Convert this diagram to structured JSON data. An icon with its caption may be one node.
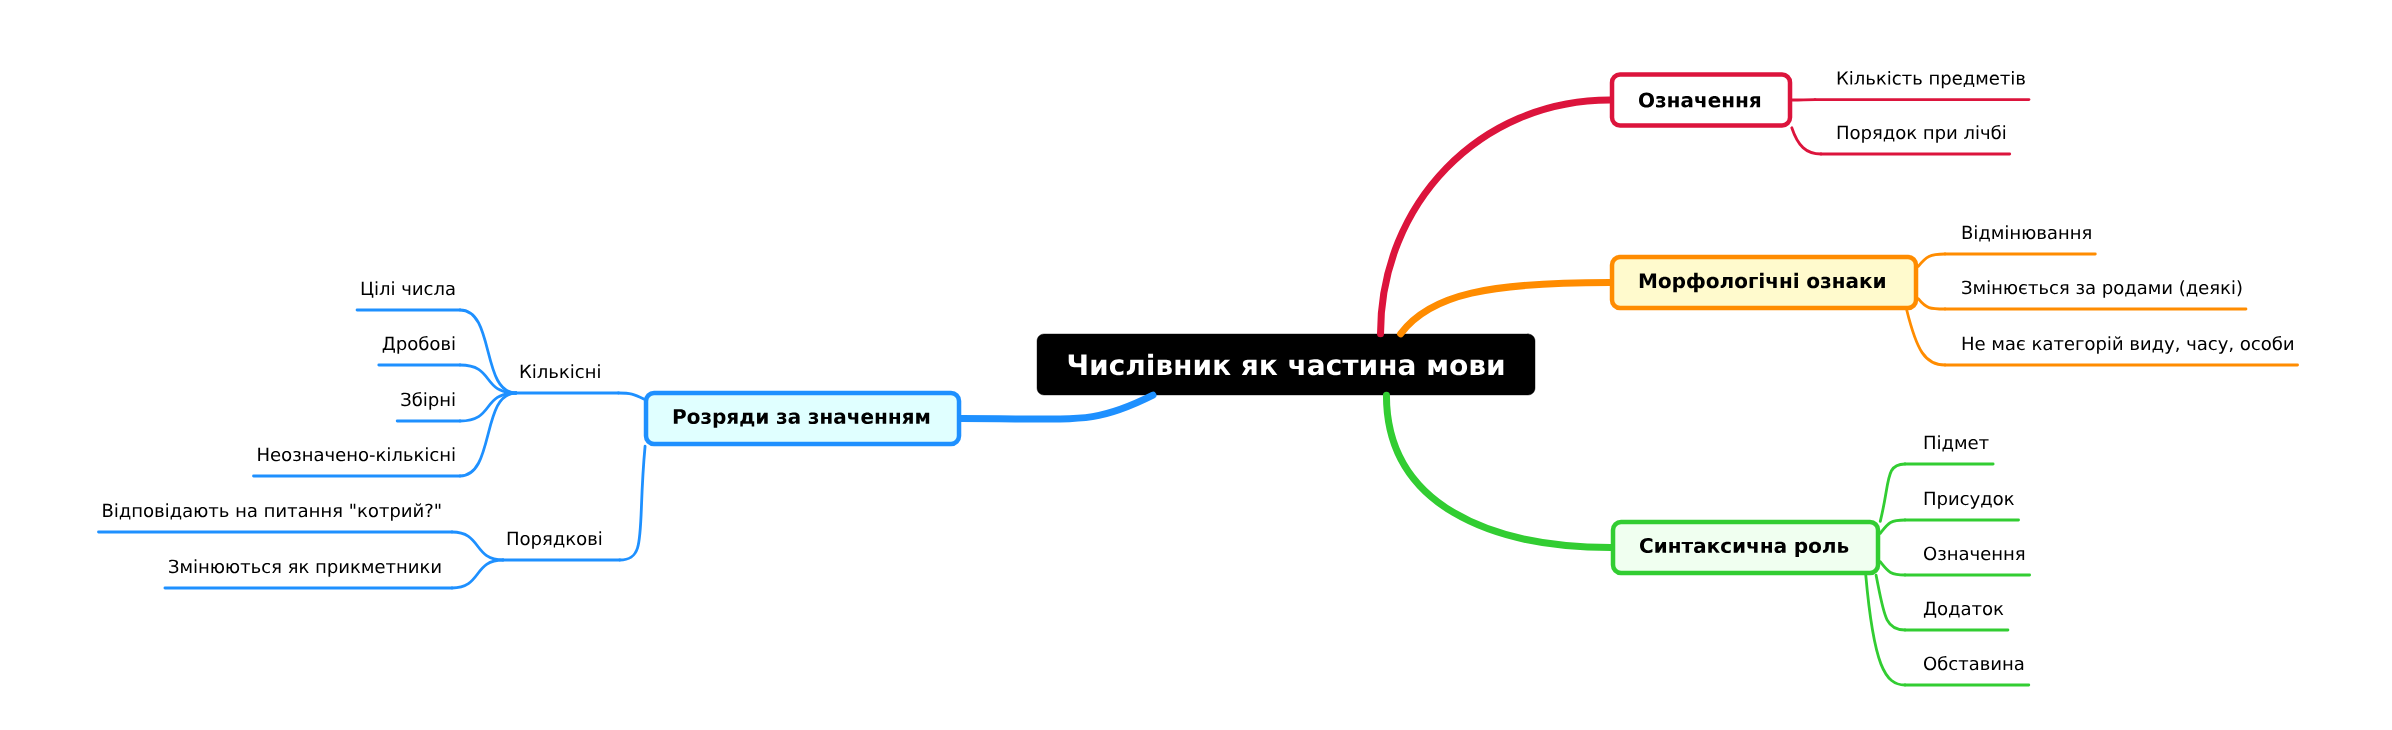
{
  "diagram": {
    "nodes": [
      {
        "text": [
          "Числівник як частина мови"
        ]
      },
      {
        "text": [
          "Розряди за значенням"
        ]
      },
      {
        "text": [
          "Кількісні"
        ]
      },
      {
        "text": [
          "Цілі числа"
        ]
      },
      {
        "text": [
          "Дробові"
        ]
      },
      {
        "text": [
          "Збірні"
        ]
      },
      {
        "text": [
          "Неозначено-кількісні"
        ]
      },
      {
        "text": [
          "Порядкові"
        ]
      },
      {
        "text": [
          "Відповідають на питання \"котрий?\""
        ]
      },
      {
        "text": [
          "Змінюються як прикметники"
        ]
      },
      {
        "text": [
          "Означення"
        ]
      },
      {
        "text": [
          "Кількість предметів"
        ]
      },
      {
        "text": [
          "Порядок при лічбі"
        ]
      },
      {
        "text": [
          "Морфологічні ознаки"
        ]
      },
      {
        "text": [
          "Відмінювання"
        ]
      },
      {
        "text": [
          "Змінюється за родами (деякі)"
        ]
      },
      {
        "text": [
          "Не має категорій виду, часу, особи"
        ]
      },
      {
        "text": [
          "Синтаксична роль"
        ]
      },
      {
        "text": [
          "Підмет"
        ]
      },
      {
        "text": [
          "Присудок"
        ]
      },
      {
        "text": [
          "Означення"
        ]
      },
      {
        "text": [
          "Додаток"
        ]
      },
      {
        "text": [
          "Обставина"
        ]
      }
    ],
    "edges": [
      {
        "from": 0,
        "to": 1,
        "arrow": "none",
        "style": "thick"
      },
      {
        "from": 1,
        "to": 2,
        "arrow": "none"
      },
      {
        "from": 2,
        "to": 3,
        "arrow": "none"
      },
      {
        "from": 2,
        "to": 4,
        "arrow": "none"
      },
      {
        "from": 2,
        "to": 5,
        "arrow": "none"
      },
      {
        "from": 2,
        "to": 6,
        "arrow": "none"
      },
      {
        "from": 1,
        "to": 7,
        "arrow": "none"
      },
      {
        "from": 7,
        "to": 8,
        "arrow": "none"
      },
      {
        "from": 7,
        "to": 9,
        "arrow": "none"
      },
      {
        "from": 0,
        "to": 10,
        "arrow": "none",
        "style": "thick",
        "color": "#dc143c"
      },
      {
        "from": 10,
        "to": 11,
        "arrow": "none",
        "color": "#dc143c"
      },
      {
        "from": 10,
        "to": 12,
        "arrow": "none",
        "color": "#dc143c"
      },
      {
        "from": 0,
        "to": 13,
        "arrow": "none",
        "style": "thick",
        "color": "#ff8c00"
      },
      {
        "from": 13,
        "to": 14,
        "arrow": "none",
        "color": "#ff8c00"
      },
      {
        "from": 13,
        "to": 15,
        "arrow": "none",
        "color": "#ff8c00"
      },
      {
        "from": 13,
        "to": 16,
        "arrow": "none",
        "color": "#ff8c00"
      },
      {
        "from": 0,
        "to": 17,
        "arrow": "none",
        "style": "thick",
        "color": "#32cd32"
      },
      {
        "from": 17,
        "to": 18,
        "arrow": "none",
        "color": "#32cd32"
      },
      {
        "from": 17,
        "to": 19,
        "arrow": "none",
        "color": "#32cd32"
      },
      {
        "from": 17,
        "to": 20,
        "arrow": "none",
        "color": "#32cd32"
      },
      {
        "from": 17,
        "to": 21,
        "arrow": "none",
        "color": "#32cd32"
      },
      {
        "from": 17,
        "to": 22,
        "arrow": "none",
        "color": "#32cd32"
      }
    ]
  }
}
